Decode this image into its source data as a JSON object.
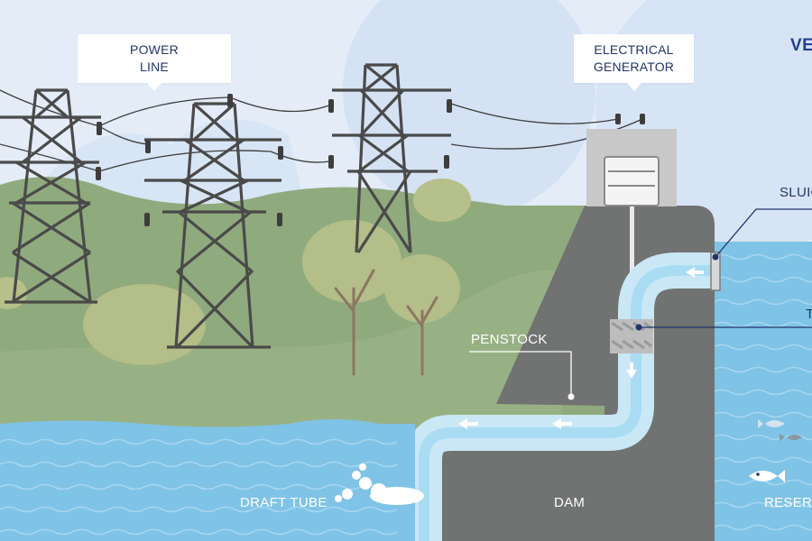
{
  "logo_text": "VE",
  "labels": {
    "power_line": [
      "POWER",
      "LINE"
    ],
    "electrical_generator": [
      "ELECTRICAL",
      "GENERATOR"
    ],
    "sluice": "SLUIC",
    "turbine": "T",
    "penstock": "PENSTOCK",
    "draft_tube": "DRAFT TUBE",
    "dam": "DAM",
    "reservoir": "RESERV"
  },
  "colors": {
    "sky": "#e3ecf7",
    "sky_cloud": "#d4e2f4",
    "hills": "#8faa7d",
    "meadow": "#98b184",
    "dam": "#717272",
    "water": "#7fc3e6",
    "penstock": "#c9e7f5",
    "label_text": "#1f3569",
    "pylon": "#4a4a4a"
  }
}
